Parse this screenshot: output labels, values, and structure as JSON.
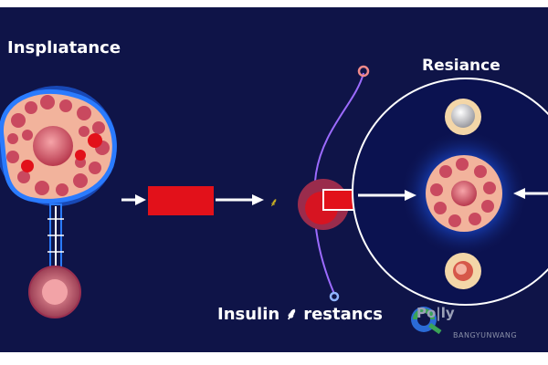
{
  "labels": {
    "top_left": "Insplıatance",
    "top_right": "Resiance",
    "bottom_center": "Insulin ⸙ restancs",
    "bottom_right_partial": "Po|ly"
  },
  "watermark": {
    "text": "BANGYUNWANG"
  },
  "colors": {
    "background": "#0f1448",
    "cell_membrane": "#1e6bff",
    "cell_fill": "#f2b39c",
    "organelle": "#c9495f",
    "alert_red": "#e2111a",
    "arrow": "#ffffff",
    "ligand_line": "#9c6bff",
    "ligand_ring": "#f08a8a",
    "yellow_glyph": "#f2d21a"
  }
}
